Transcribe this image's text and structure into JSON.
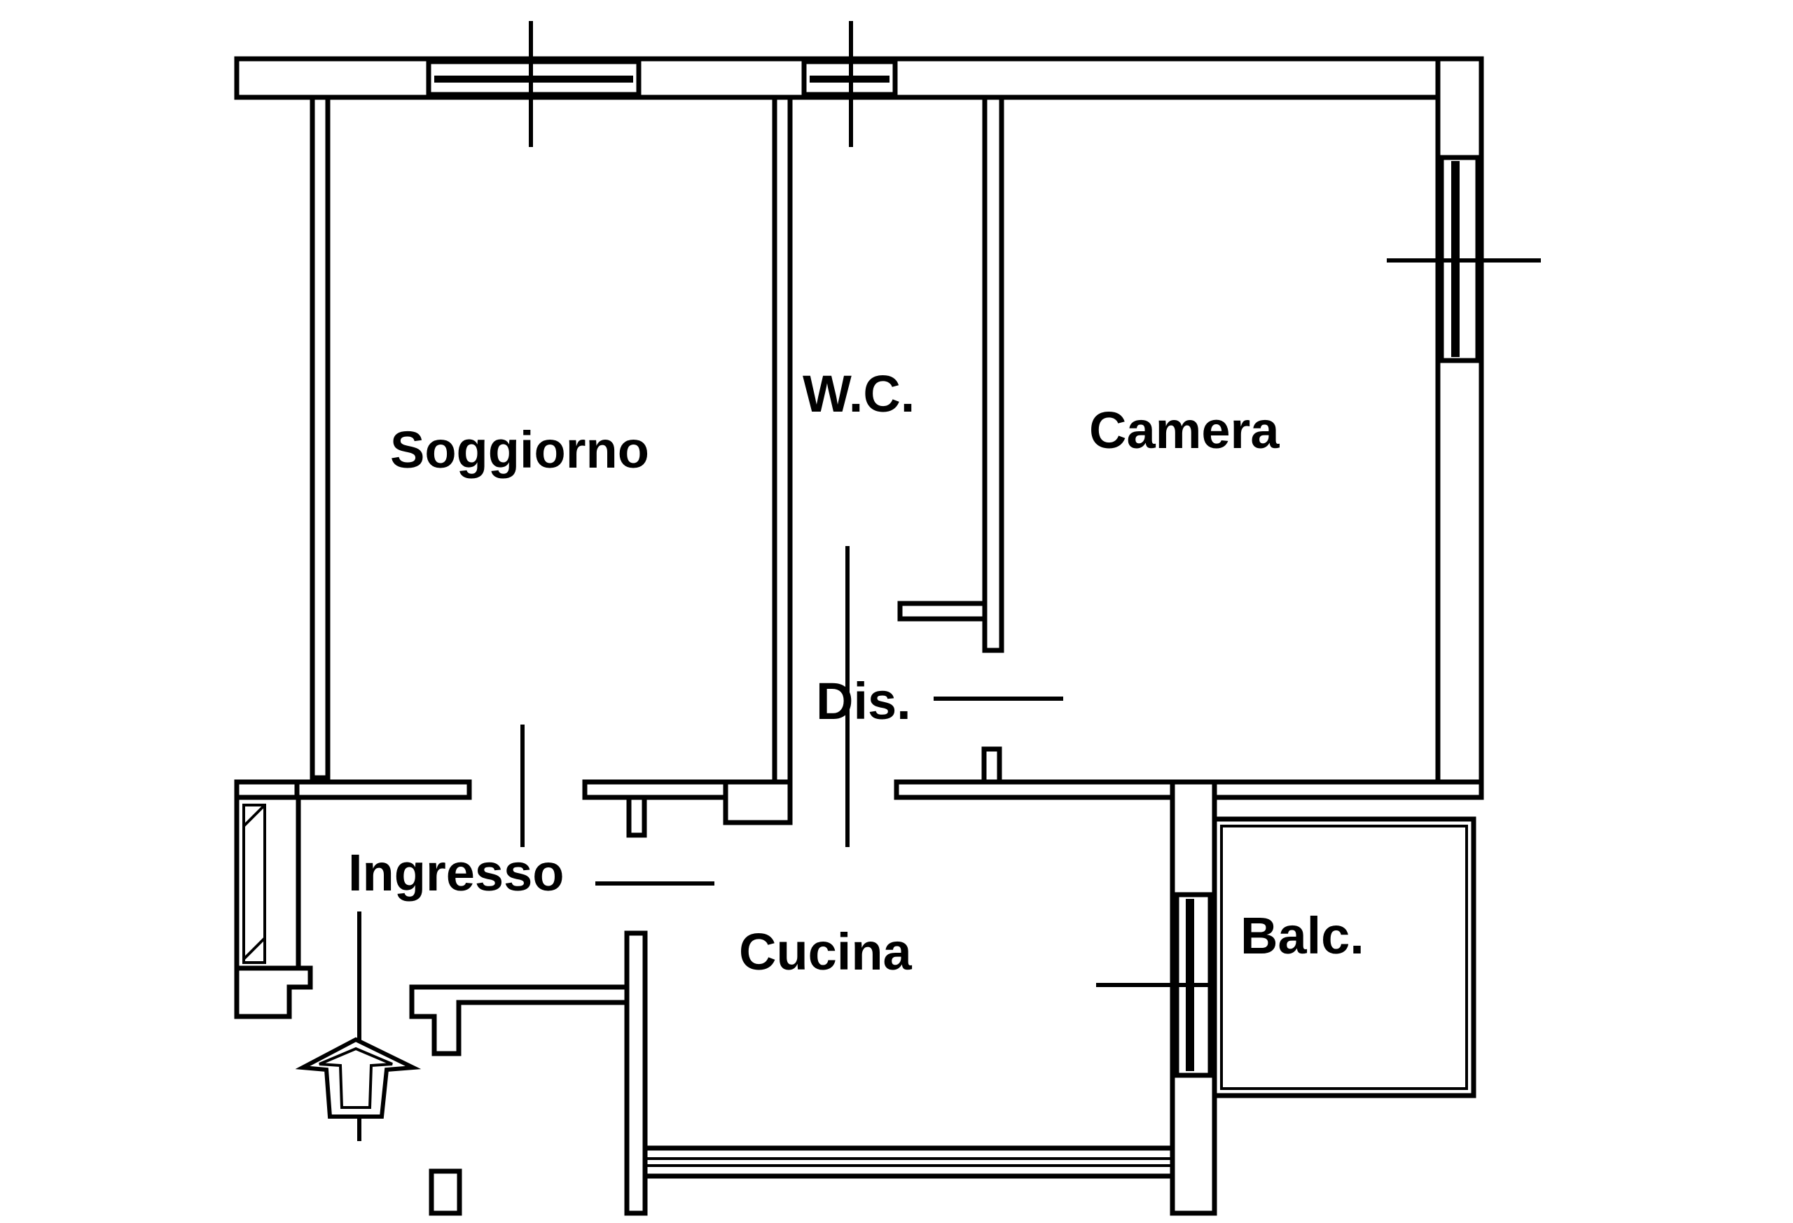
{
  "plan": {
    "rooms": {
      "soggiorno": "Soggiorno",
      "wc": "W.C.",
      "camera": "Camera",
      "dis": "Dis.",
      "ingresso": "Ingresso",
      "cucina": "Cucina",
      "balc": "Balc."
    },
    "colors": {
      "ink": "#000000",
      "paper": "#ffffff"
    },
    "icons": {
      "entrance": "entrance-arrow-icon"
    }
  }
}
